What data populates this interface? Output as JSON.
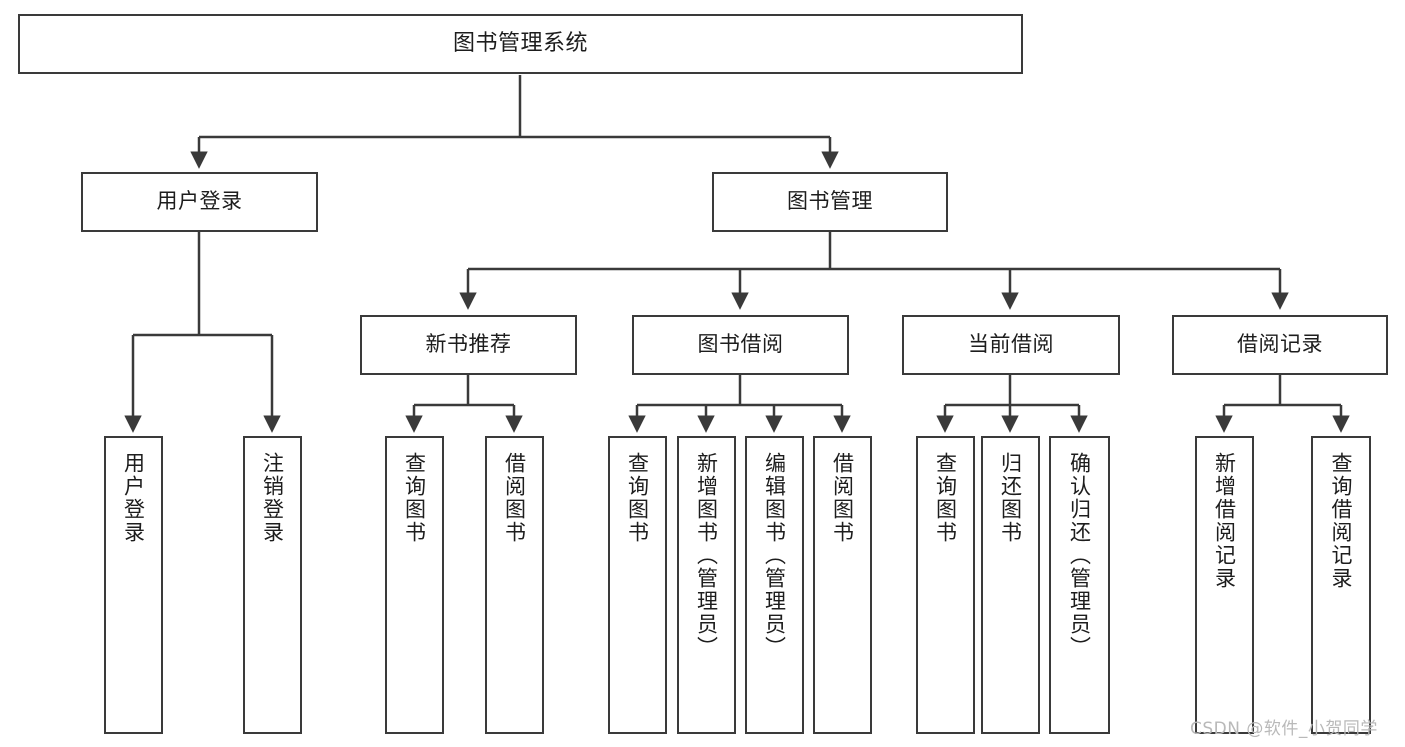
{
  "diagram": {
    "title": "图书管理系统",
    "type": "tree-hierarchy",
    "watermark": "CSDN @软件_小贺同学",
    "colors": {
      "node_border": "#3a3a3a",
      "node_fill": "#ffffff",
      "edge": "#3a3a3a",
      "text": "#1d1d1d",
      "watermark": "#b9b9b9",
      "background": "#ffffff"
    },
    "nodes": {
      "root": {
        "label": "图书管理系统"
      },
      "level1": [
        {
          "id": "user-login",
          "label": "用户登录"
        },
        {
          "id": "book-manage",
          "label": "图书管理"
        }
      ],
      "level2": [
        {
          "id": "new-book-recommend",
          "label": "新书推荐"
        },
        {
          "id": "book-borrow",
          "label": "图书借阅"
        },
        {
          "id": "current-borrow",
          "label": "当前借阅"
        },
        {
          "id": "borrow-record",
          "label": "借阅记录"
        }
      ],
      "leaves": {
        "user-login": [
          {
            "id": "leaf-user-login",
            "label": "用户登录"
          },
          {
            "id": "leaf-logout-login",
            "label": "注销登录"
          }
        ],
        "new-book-recommend": [
          {
            "id": "leaf-query-book-1",
            "label": "查询图书"
          },
          {
            "id": "leaf-borrow-book-1",
            "label": "借阅图书"
          }
        ],
        "book-borrow": [
          {
            "id": "leaf-query-book-2",
            "label": "查询图书"
          },
          {
            "id": "leaf-add-book",
            "label": "新增图书（管理员）"
          },
          {
            "id": "leaf-edit-book",
            "label": "编辑图书（管理员）"
          },
          {
            "id": "leaf-borrow-book-2",
            "label": "借阅图书"
          }
        ],
        "current-borrow": [
          {
            "id": "leaf-query-book-3",
            "label": "查询图书"
          },
          {
            "id": "leaf-return-book",
            "label": "归还图书"
          },
          {
            "id": "leaf-confirm-return",
            "label": "确认归还（管理员）"
          }
        ],
        "borrow-record": [
          {
            "id": "leaf-add-record",
            "label": "新增借阅记录"
          },
          {
            "id": "leaf-query-record",
            "label": "查询借阅记录"
          }
        ]
      }
    }
  }
}
